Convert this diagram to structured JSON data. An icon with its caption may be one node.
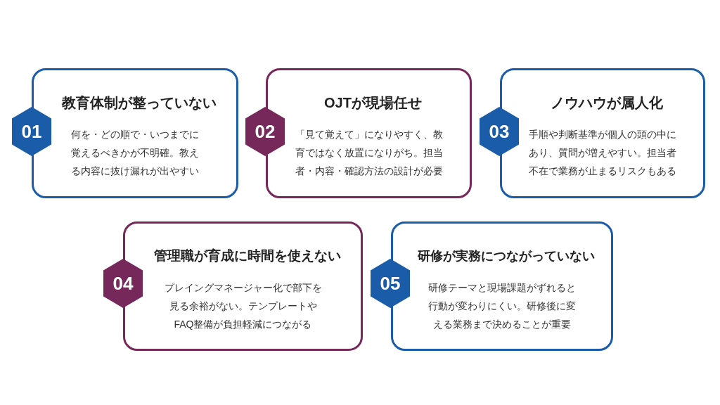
{
  "diagram": {
    "nodes": [
      {
        "text": [
          "01"
        ]
      },
      {
        "text": [
          "教育体制が整っていない",
          "何を・どの順で・いつまでに覚えるべきかが不明確。教える内容に抜け漏れが出やすい"
        ]
      },
      {
        "text": [
          "02"
        ]
      },
      {
        "text": [
          "OJTが現場任せ",
          "「見て覚えて」になりやすく、教育ではなく放置になりがち。担当者・内容・確認方法の設計が必要"
        ]
      },
      {
        "text": [
          "03"
        ]
      },
      {
        "text": [
          "ノウハウが属人化",
          "手順や判断基準が個人の頭の中にあり、質問が増えやすい。担当者不在で業務が止まるリスクもある"
        ]
      },
      {
        "text": [
          "04"
        ]
      },
      {
        "text": [
          "管理職が育成に時間を使えない",
          "プレイングマネージャー化で部下を見る余裕がない。テンプレートやFAQ整備が負担軽減につながる"
        ]
      },
      {
        "text": [
          "05"
        ]
      },
      {
        "text": [
          "研修が実務につながっていない",
          "研修テーマと現場課題がずれると行動が変わりにくい。研修後に変える業務まで決めることが重要"
        ]
      }
    ]
  }
}
